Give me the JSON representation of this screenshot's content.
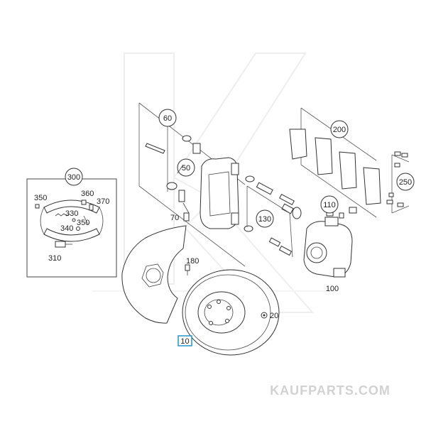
{
  "callouts": {
    "c10": "10",
    "c20": "20",
    "c50": "50",
    "c60": "60",
    "c70": "70",
    "c100": "100",
    "c110": "110",
    "c130": "130",
    "c180": "180",
    "c200": "200",
    "c250": "250",
    "c300": "300",
    "c310": "310",
    "c330": "330",
    "c340": "340",
    "c350a": "350",
    "c350b": "350",
    "c360": "360",
    "c370": "370"
  },
  "watermark": "KAUFPARTS.COM",
  "colors": {
    "highlight": "#1a8fbf",
    "line": "#333333",
    "watermark": "#d2d2d2"
  }
}
